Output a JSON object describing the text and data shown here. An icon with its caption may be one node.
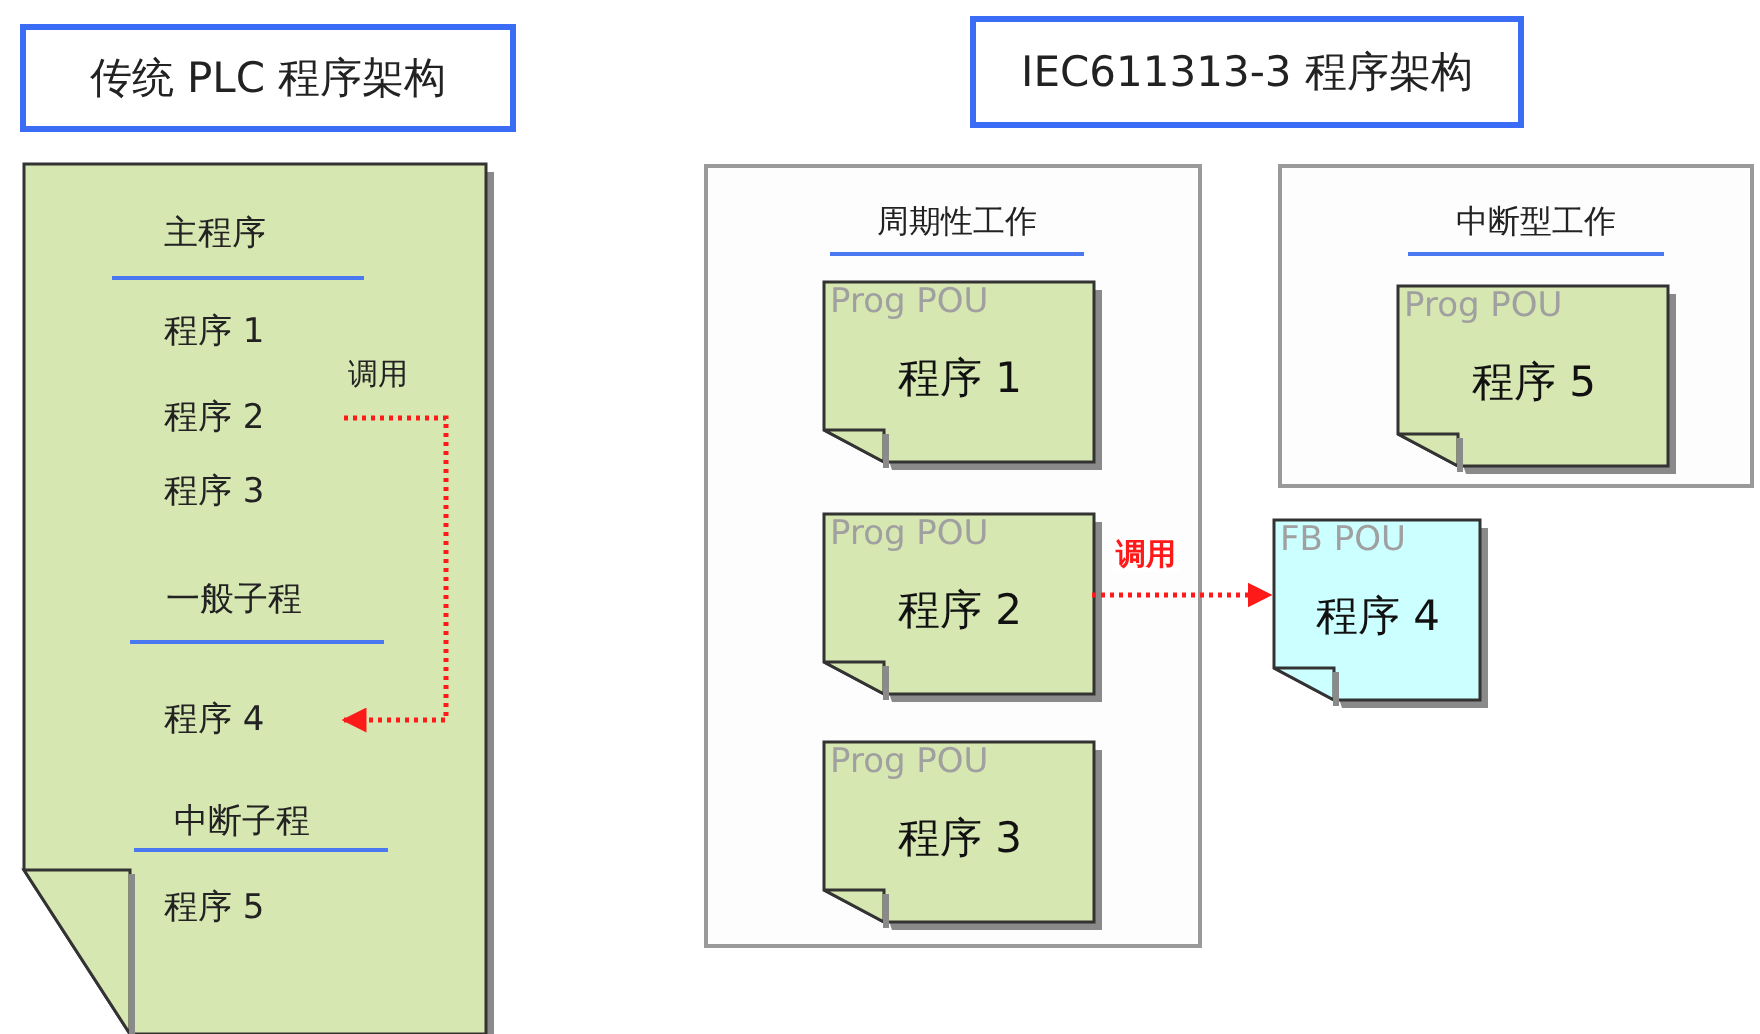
{
  "diagram": {
    "nodes": [
      {
        "text": [
          "传统 PLC 程序架构"
        ]
      },
      {
        "text": [
          "IEC611313-3 程序架构"
        ]
      },
      {
        "text": [],
        "shape": "box"
      },
      {
        "text": [
          "程序 2"
        ],
        "in": 2
      },
      {
        "text": [
          "程序 4"
        ],
        "in": 2
      },
      {
        "text": [
          "周期性工作"
        ]
      },
      {
        "text": [
          "Prog POU",
          "程序 1"
        ],
        "in": 5
      },
      {
        "text": [
          "Prog POU",
          "程序 2"
        ],
        "in": 5
      },
      {
        "text": [
          "Prog POU",
          "程序 3"
        ],
        "in": 5
      },
      {
        "text": [
          "中断型工作"
        ]
      },
      {
        "text": [
          "Prog POU",
          "程序 5"
        ],
        "in": 9
      },
      {
        "text": [
          "FB POU",
          "程序 4"
        ]
      }
    ],
    "edges": [
      {
        "from": 3,
        "to": 4,
        "arrow": "to",
        "label": "调用"
      },
      {
        "from": 7,
        "to": 11,
        "arrow": "to",
        "label": "调用"
      }
    ],
    "labels": [
      "主程序",
      "程序 1",
      "程序 3",
      "一般子程",
      "中断子程",
      "程序 5"
    ]
  }
}
